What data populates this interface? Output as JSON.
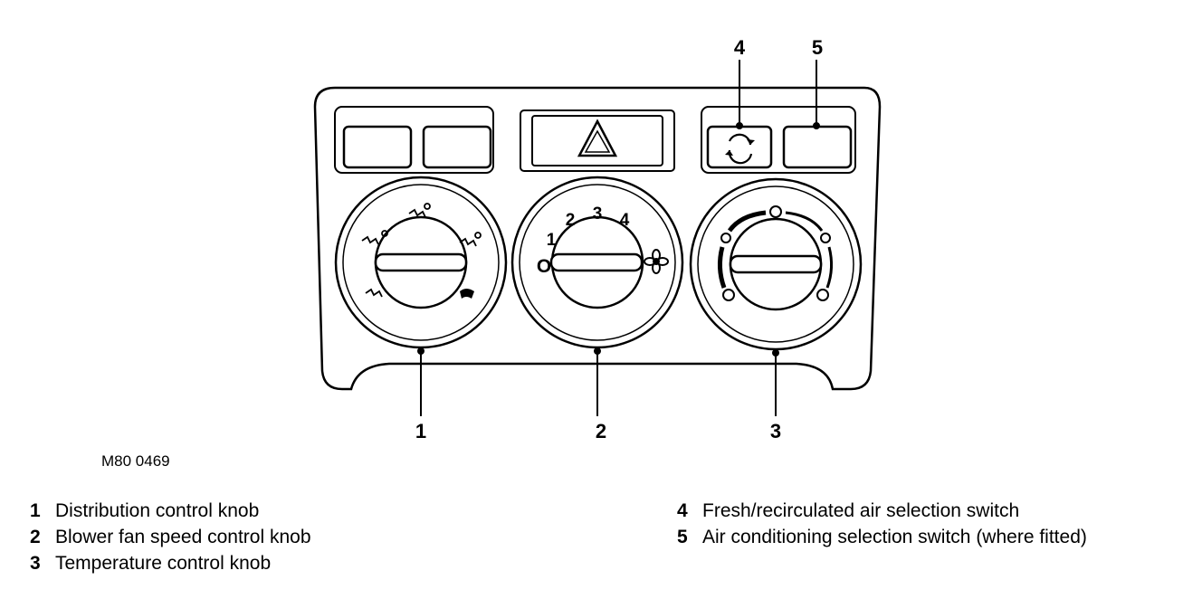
{
  "callouts": [
    "1",
    "2",
    "3",
    "4",
    "5"
  ],
  "blower_speed_marks": [
    "1",
    "2",
    "3",
    "4"
  ],
  "blower_off_mark": "O",
  "figure_code": "M80 0469",
  "legend": [
    {
      "number": "1",
      "label": "Distribution control knob"
    },
    {
      "number": "2",
      "label": "Blower fan speed control knob"
    },
    {
      "number": "3",
      "label": "Temperature control knob"
    },
    {
      "number": "4",
      "label": "Fresh/recirculated air selection switch"
    },
    {
      "number": "5",
      "label": "Air conditioning selection switch (where fitted)"
    }
  ],
  "icons": [
    "hazard-triangle-icon",
    "recirculation-icon",
    "fan-icon",
    "windscreen-defrost-icon",
    "airflow-arrows-icon"
  ]
}
